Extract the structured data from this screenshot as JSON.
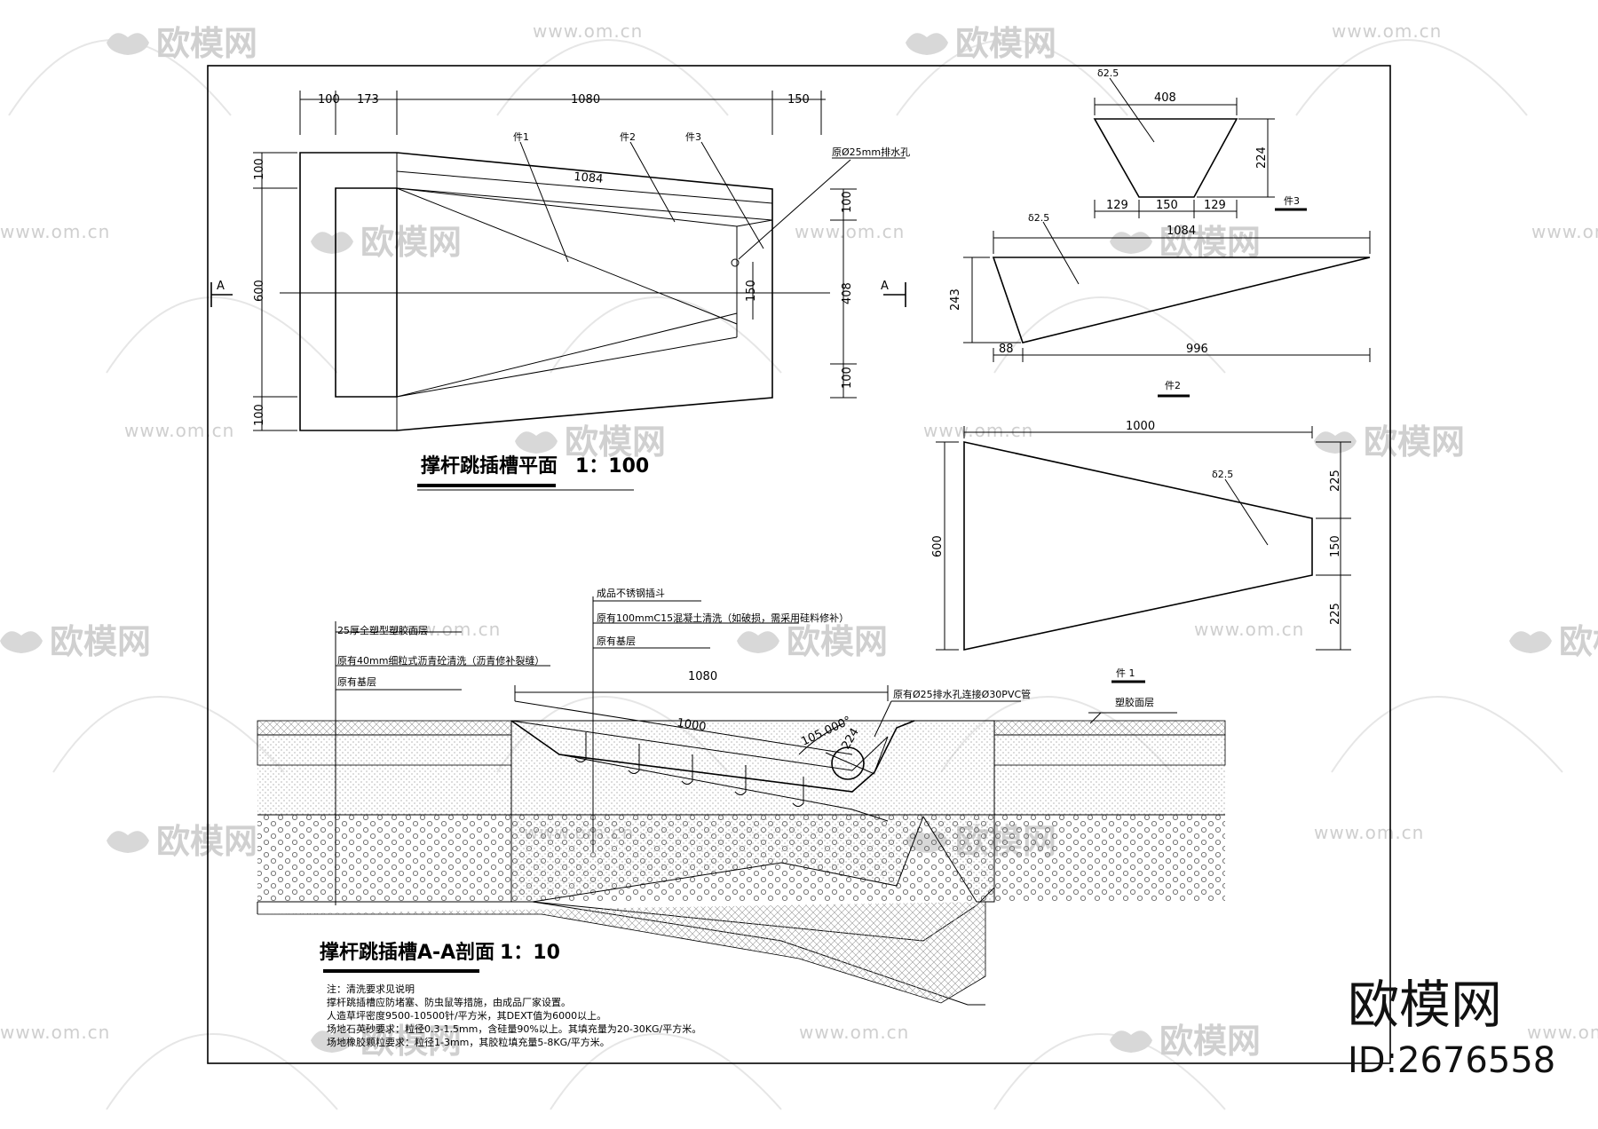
{
  "plan": {
    "title": "撑杆跳插槽平面",
    "scale": "1：100",
    "dims_top": [
      "100",
      "173",
      "1080",
      "150"
    ],
    "dims_left": [
      "100",
      "600",
      "100"
    ],
    "dims_right": [
      "100",
      "408",
      "100"
    ],
    "inner_dim": "1084",
    "slot_dim": "150",
    "parts": [
      "件1",
      "件2",
      "件3"
    ],
    "drain_label": "原Ø25mm排水孔",
    "section_mark": "A"
  },
  "part3": {
    "label": "件3",
    "thickness": "δ2.5",
    "dims_top": "408",
    "dims_right": "224",
    "dims_bottom": [
      "129",
      "150",
      "129"
    ]
  },
  "part2": {
    "label": "件2",
    "thickness": "δ2.5",
    "dims_top": "1084",
    "dims_left": "243",
    "dims_bottom": [
      "88",
      "996"
    ]
  },
  "part1": {
    "label": "件 1",
    "thickness": "δ2.5",
    "dims_top": "1000",
    "dims_left": "600",
    "dims_right": [
      "225",
      "150",
      "225"
    ]
  },
  "section": {
    "title": "撑杆跳插槽A-A剖面",
    "scale": "1：10",
    "left_labels": [
      "25厚全塑型塑胶面层",
      "原有40mm细粒式沥青砼清洗（沥青修补裂缝）",
      "原有基层"
    ],
    "mid_labels": [
      "成品不锈钢插斗",
      "原有100mmC15混凝土清洗（如破损，需采用硅料修补）",
      "原有基层"
    ],
    "right_label": "塑胶面层",
    "drain_label": "原有Ø25排水孔连接Ø30PVC管",
    "dim_1080": "1080",
    "dim_1000": "1000",
    "angle": "105.000°",
    "dim_224": "224"
  },
  "notes": [
    "注：清洗要求见说明",
    "撑杆跳插槽应防堵塞、防虫鼠等措施，由成品厂家设置。",
    "人造草坪密度9500-10500针/平方米，其DEXT值为6000以上。",
    "场地石英砂要求：粒径0.3-1.5mm，含硅量90%以上。其填充量为20-30KG/平方米。",
    "场地橡胶颗粒要求：粒径1-3mm，其胶粒填充量5-8KG/平方米。"
  ],
  "watermark": {
    "logo_text": "欧模网",
    "url_text": "www.om.cn"
  },
  "brand": {
    "name": "欧模网",
    "id": "ID:2676558"
  }
}
